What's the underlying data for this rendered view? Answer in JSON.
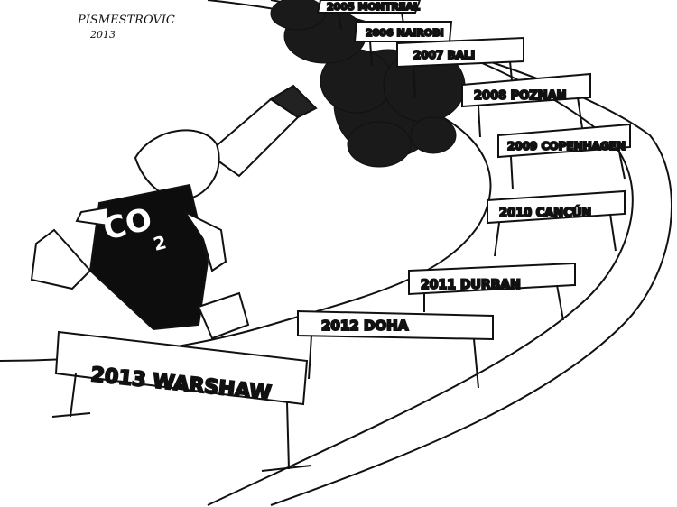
{
  "signature": {
    "name": "PISMESTROVIC",
    "year": "2013"
  },
  "runner": {
    "shirt": "CO",
    "subscript": "2"
  },
  "hurdles": [
    {
      "label": "2005 MONTREAL"
    },
    {
      "label": "2006 NAIROBI"
    },
    {
      "label": "2007 BALI"
    },
    {
      "label": "2008 POZNAN"
    },
    {
      "label": "2009 COPENHAGEN"
    },
    {
      "label": "2010 CANCÚN"
    },
    {
      "label": "2011 DURBAN"
    },
    {
      "label": "2012 DOHA"
    },
    {
      "label": "2013 WARSHAW"
    }
  ],
  "colors": {
    "ink": "#111111",
    "paper": "#ffffff",
    "shadow": "#9a9a9a"
  }
}
